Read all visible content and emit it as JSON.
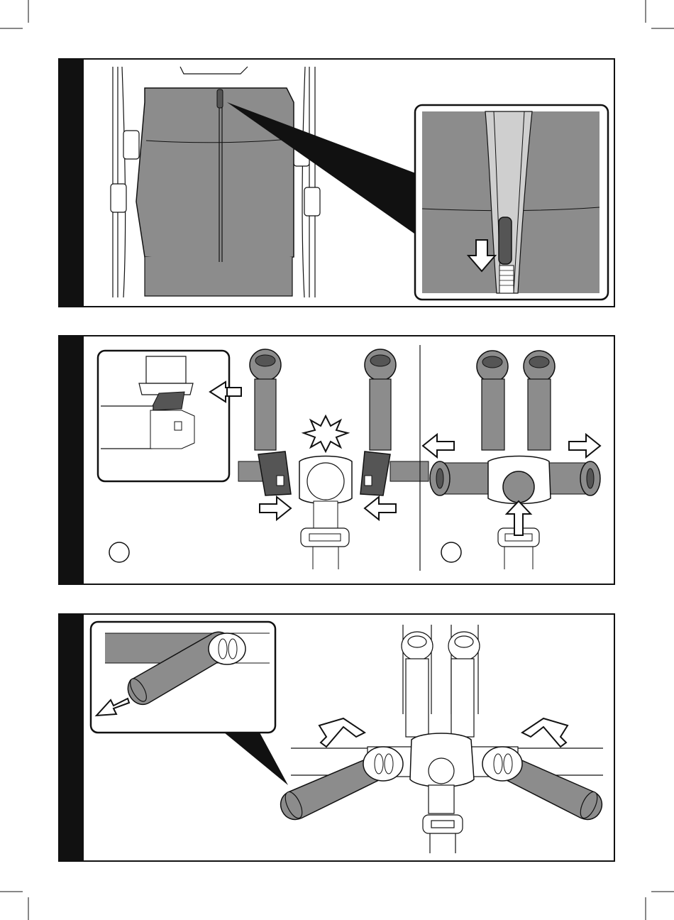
{
  "page": {
    "steps": [
      {
        "id": "unzip-cover",
        "tab_label": ""
      },
      {
        "id": "release-buckle",
        "tab_label": "",
        "sub_figures": [
          "",
          ""
        ]
      },
      {
        "id": "remove-pads",
        "tab_label": ""
      }
    ]
  },
  "colors": {
    "fabric": "#8c8c8c",
    "fabric_light": "#cfcfcf",
    "ink": "#111111",
    "tab": "#111111",
    "background": "#ffffff"
  },
  "icons": [
    "zipper-pull-icon",
    "arrow-down-icon",
    "arrow-left-icon",
    "arrow-right-icon",
    "arrow-up-icon",
    "click-burst-icon",
    "step-circle-icon"
  ]
}
